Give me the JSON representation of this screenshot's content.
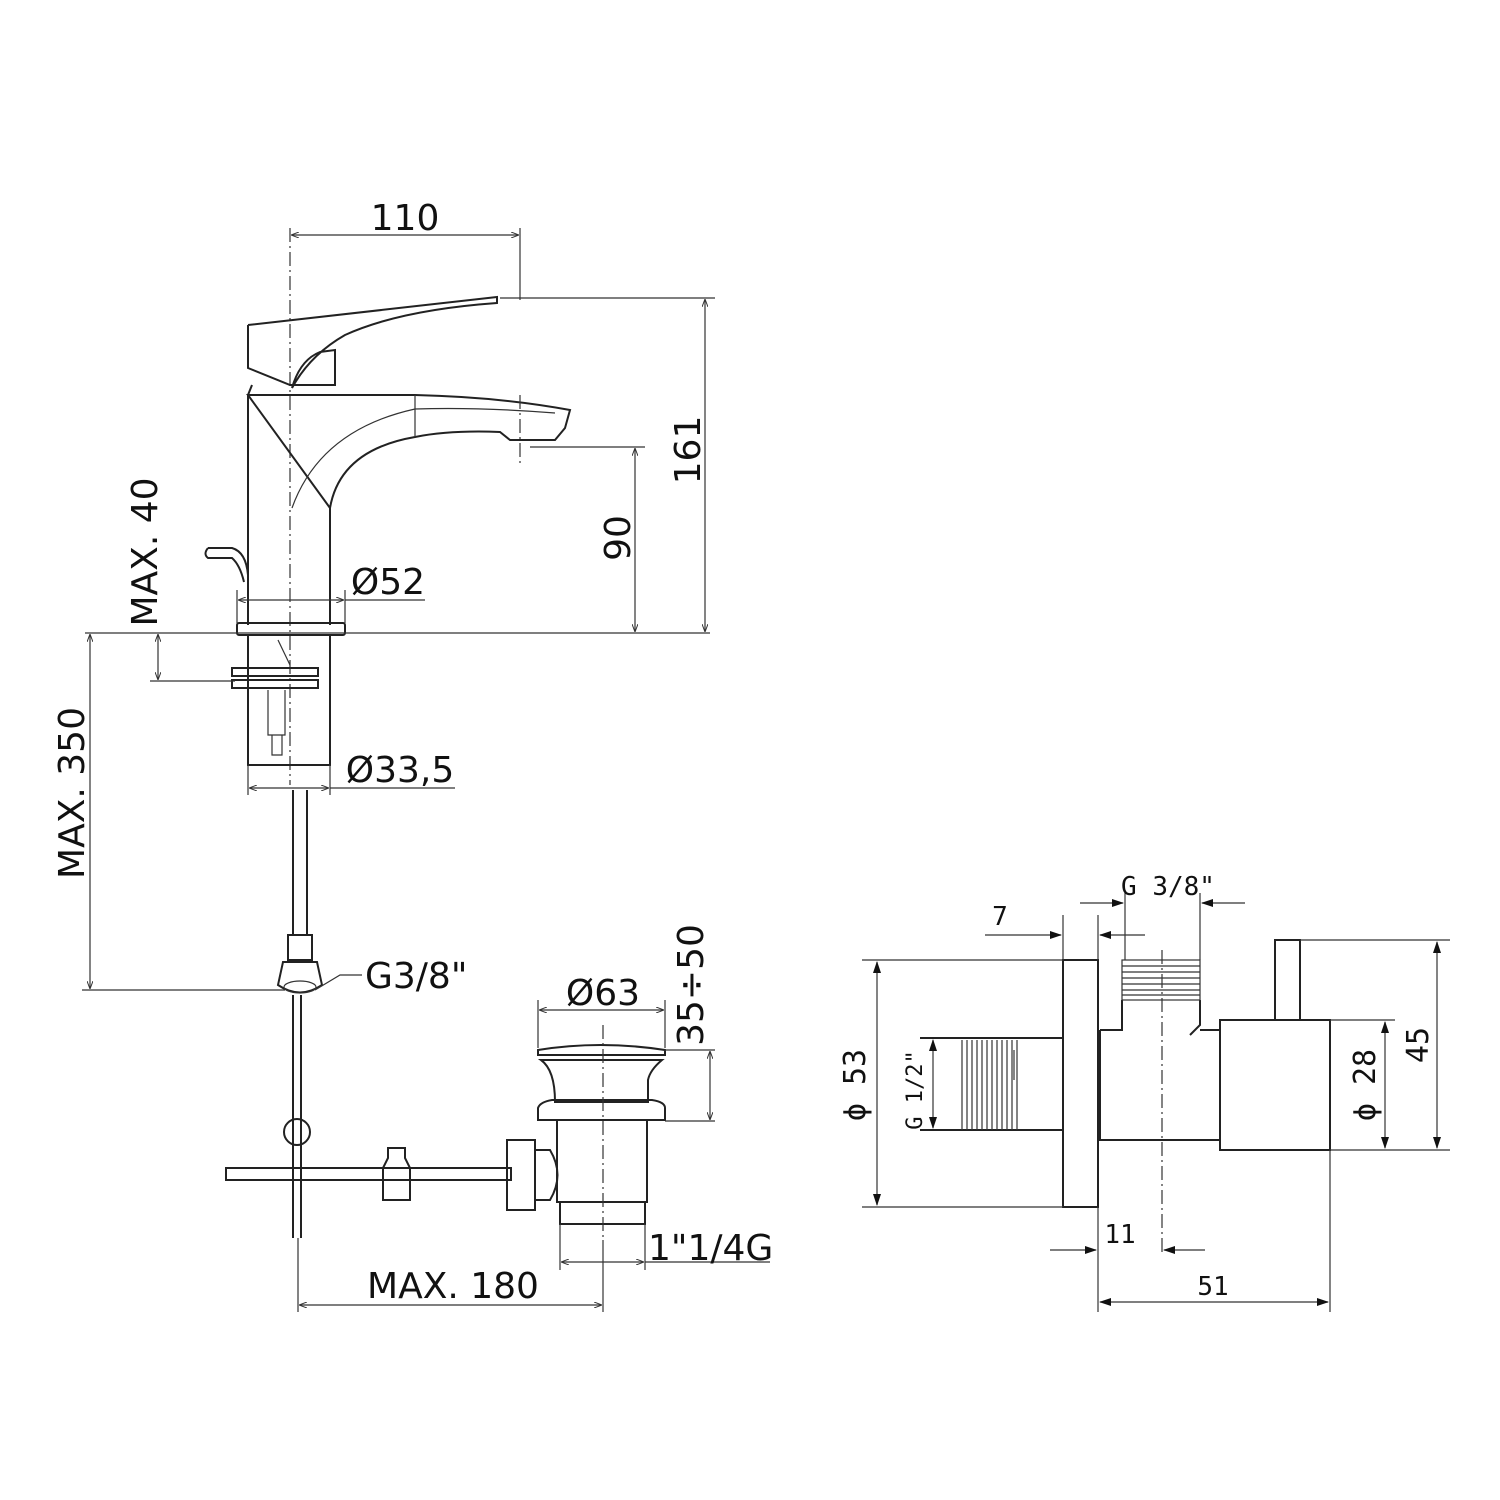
{
  "faucet": {
    "dims": {
      "width_110": "110",
      "height_161": "161",
      "spout_height_90": "90",
      "max_40": "MAX. 40",
      "base_dia": "Ø52",
      "shank_dia": "Ø33,5",
      "max_350": "MAX. 350",
      "hose_thread": "G3/8\"",
      "drain_dia": "Ø63",
      "drain_range": "35÷50",
      "drain_thread": "1\"1/4G",
      "max_180": "MAX. 180"
    }
  },
  "valve": {
    "dims": {
      "flange_7": "7",
      "outlet_thread": "G 3/8\"",
      "flange_dia": "ϕ 53",
      "inlet_thread": "G 1/2\"",
      "body_dia": "ϕ 28",
      "height_45": "45",
      "offset_11": "11",
      "length_51": "51"
    }
  }
}
